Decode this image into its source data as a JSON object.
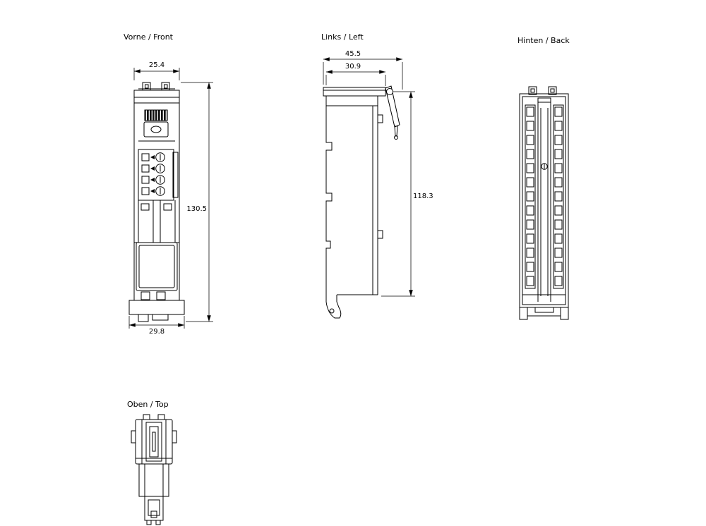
{
  "page": {
    "background": "#ffffff",
    "line_color": "#000000"
  },
  "views": {
    "front": {
      "label": "Vorne / Front",
      "dims": {
        "top_width": "25.4",
        "height": "130.5",
        "bottom_width": "29.8"
      }
    },
    "left": {
      "label": "Links / Left",
      "dims": {
        "overall_width": "45.5",
        "inner_width": "30.9",
        "height": "118.3"
      }
    },
    "back": {
      "label": "Hinten / Back"
    },
    "top": {
      "label": "Oben / Top"
    }
  }
}
